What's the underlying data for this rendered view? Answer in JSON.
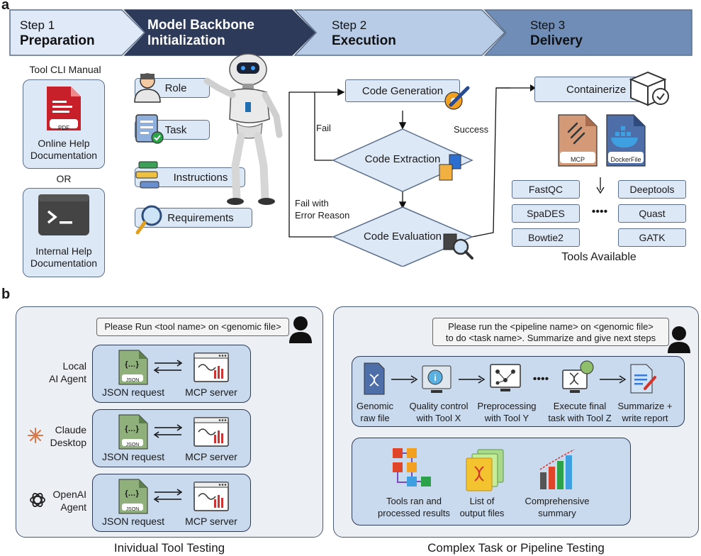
{
  "panel_a": {
    "letter": "a",
    "steps": [
      {
        "line1": "Step 1",
        "line2": "Preparation"
      },
      {
        "line1": "Model Backbone",
        "line2": "Initialization"
      },
      {
        "line1": "Step 2",
        "line2": "Execution"
      },
      {
        "line1": "Step 3",
        "line2": "Delivery"
      }
    ],
    "prep": {
      "title": "Tool CLI Manual",
      "pdf_tag": "PDF",
      "online_l1": "Online Help",
      "online_l2": "Documentation",
      "or": "OR",
      "internal_l1": "Internal Help",
      "internal_l2": "Documentation"
    },
    "backbone": {
      "role": "Role",
      "task": "Task",
      "instructions": "Instructions",
      "requirements": "Requirements"
    },
    "execution": {
      "code_generation": "Code Generation",
      "code_extraction": "Code Extraction",
      "code_evaluation": "Code Evaluation",
      "fail": "Fail",
      "fail_reason_l1": "Fail with",
      "fail_reason_l2": "Error Reason",
      "success": "Success"
    },
    "delivery": {
      "containerize": "Containerize",
      "mcp": "MCP",
      "dockerfile": "DockerFile",
      "tools": [
        "FastQC",
        "Deeptools",
        "SpaDES",
        "Quast",
        "Bowtie2",
        "GATK"
      ],
      "dots": "••••",
      "tools_available": "Tools Available"
    }
  },
  "panel_b": {
    "letter": "b",
    "left": {
      "prompt": "Please Run <tool name> on <genomic file>",
      "agents": [
        {
          "l1": "Local",
          "l2": "AI Agent"
        },
        {
          "l1": "Claude",
          "l2": "Desktop"
        },
        {
          "l1": "OpenAI",
          "l2": "Agent"
        }
      ],
      "json_glyph": "{…}",
      "json_tag": "JSON",
      "json_request": "JSON request",
      "mcp_server": "MCP server",
      "caption": "Inividual Tool Testing"
    },
    "right": {
      "prompt_l1": "Please run the <pipeline name> on <genomic file>",
      "prompt_l2": "to do <task name>. Summarize and give next steps",
      "pipeline": [
        {
          "l1": "Genomic",
          "l2": "raw file"
        },
        {
          "l1": "Quality control",
          "l2": "with Tool X"
        },
        {
          "l1": "Preprocessing",
          "l2": "with Tool Y"
        },
        {
          "l1": "Execute final",
          "l2": "task with Tool Z"
        },
        {
          "l1": "Summarize +",
          "l2": "write report"
        }
      ],
      "dots": "••••",
      "outputs": [
        {
          "l1": "Tools ran and",
          "l2": "processed results"
        },
        {
          "l1": "List of",
          "l2": "output files"
        },
        {
          "l1": "Comprehensive",
          "l2": "summary"
        }
      ],
      "caption": "Complex Task or Pipeline Testing"
    }
  }
}
